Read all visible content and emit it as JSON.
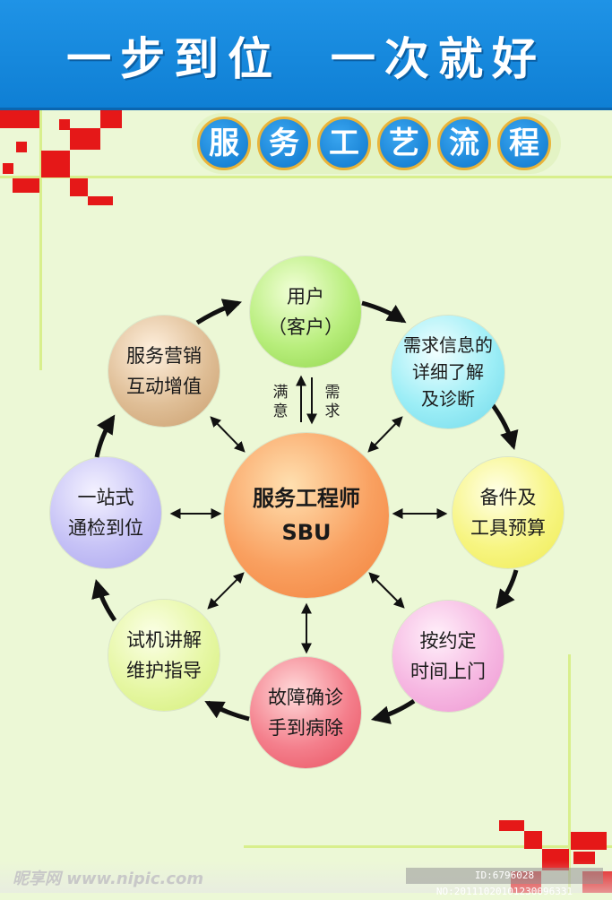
{
  "banner": {
    "title": "一步到位  一次就好"
  },
  "subtitle": {
    "chars": [
      "服",
      "务",
      "工",
      "艺",
      "流",
      "程"
    ]
  },
  "center": {
    "line1": "服务工程师",
    "line2": "SBU"
  },
  "nodes": [
    {
      "id": "user",
      "label": "用户\n（客户）",
      "color": "#9ee05a"
    },
    {
      "id": "needs",
      "label": "需求信息的\n详细了解\n及诊断",
      "color": "#7fe3f0"
    },
    {
      "id": "parts",
      "label": "备件及\n工具预算",
      "color": "#f3f26a"
    },
    {
      "id": "appointment",
      "label": "按约定\n时间上门",
      "color": "#f4a6dc"
    },
    {
      "id": "repair",
      "label": "故障确诊\n手到病除",
      "color": "#f06a7a"
    },
    {
      "id": "trial",
      "label": "试机讲解\n维护指导",
      "color": "#dff48e"
    },
    {
      "id": "inspection",
      "label": "一站式\n通检到位",
      "color": "#b8b4f4"
    },
    {
      "id": "marketing",
      "label": "服务营销\n互动增值",
      "color": "#d9b48a"
    }
  ],
  "link_labels": {
    "left": "满意",
    "right": "需求"
  },
  "watermark": {
    "site": "昵享网 www.nipic.com",
    "id": "ID:6796028 NO:20111020101230096331"
  },
  "colors": {
    "banner": "#1483dc",
    "accent_red": "#e51818",
    "arrow": "#111111"
  }
}
